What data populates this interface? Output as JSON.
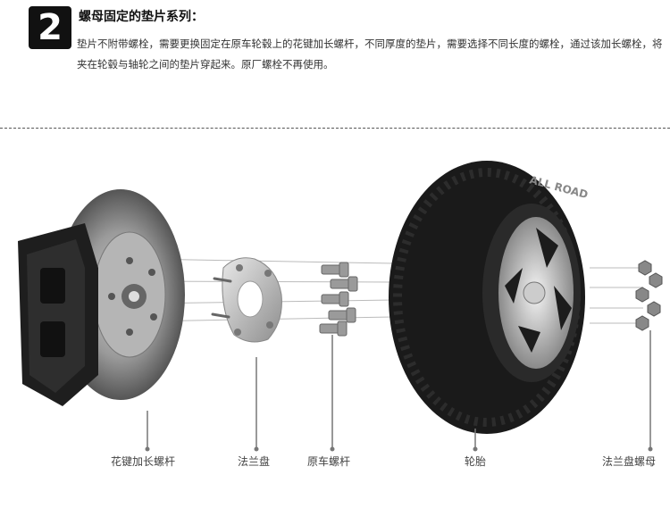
{
  "header": {
    "step_number": "2",
    "title": "螺母固定的垫片系列：",
    "description": "垫片不附带螺栓，需要更换固定在原车轮毂上的花键加长螺杆，不同厚度的垫片，需要选择不同长度的螺栓，通过该加长螺栓，将夹在轮毂与轴轮之间的垫片穿起来。原厂螺栓不再使用。"
  },
  "parts": {
    "extended_bolt": "花键加长螺杆",
    "flange": "法兰盘",
    "original_bolt": "原车螺杆",
    "tire": "轮胎",
    "flange_nut": "法兰盘螺母"
  },
  "tire_text": "ALL ROAD",
  "icons": [
    "brake-disc-icon",
    "caliper-icon",
    "spacer-icon",
    "bolt-icon",
    "tire-icon",
    "nut-icon"
  ],
  "colors": {
    "badge_bg": "#111111",
    "dash": "#555555",
    "label": "#444444"
  }
}
